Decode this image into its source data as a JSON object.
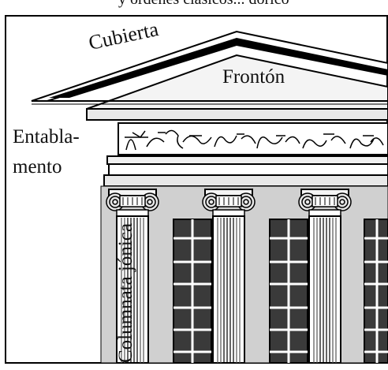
{
  "caption_partial": "y ordenes clásicos... dórico",
  "labels": {
    "cubierta": "Cubierta",
    "fronton": "Frontón",
    "entablamento_line1": "Entabla-",
    "entablamento_line2": "mento",
    "columnata": "Columnata jónica"
  },
  "colors": {
    "background": "#ffffff",
    "line": "#000000",
    "shade": "#b0b0b0",
    "dark_window": "#3a3a3a",
    "light_fill": "#f2f2f2"
  }
}
